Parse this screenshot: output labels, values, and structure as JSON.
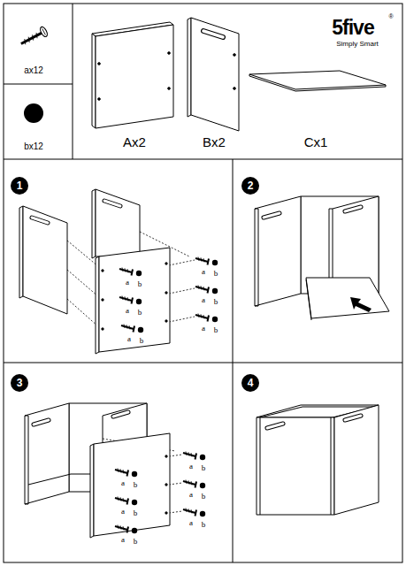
{
  "diagram": {
    "nodes": [
      {
        "text": [
          "1"
        ]
      },
      {
        "text": [
          "2"
        ]
      },
      {
        "text": [
          "3"
        ]
      },
      {
        "text": [
          "4"
        ]
      }
    ],
    "labels": [
      "5five",
      "®",
      "Simply Smart",
      "ax12",
      "bx12",
      "Ax2",
      "Bx2",
      "Cx1",
      "a",
      "b",
      "a",
      "b",
      "a",
      "b",
      "a",
      "b",
      "a",
      "b",
      "a",
      "b",
      "a",
      "b",
      "a",
      "b",
      "a",
      "b",
      "a",
      "b",
      "a",
      "b",
      "a",
      "b"
    ]
  }
}
